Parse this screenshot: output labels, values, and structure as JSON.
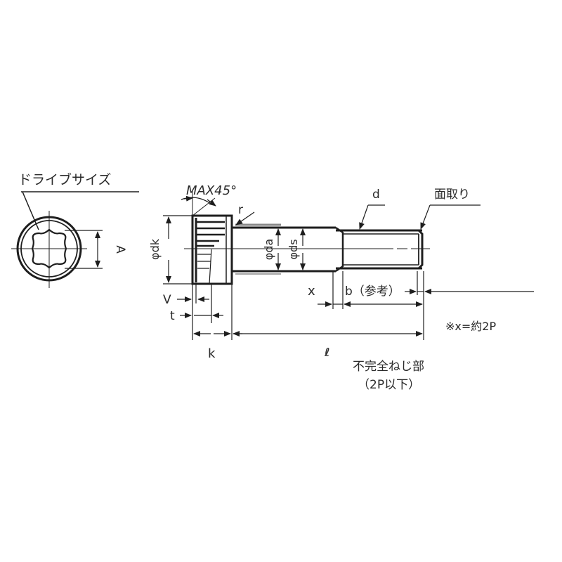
{
  "diagram": {
    "type": "technical-drawing",
    "subject": "socket head cap screw with hexalobular (torx) drive",
    "colors": {
      "line": "#1e1e1e",
      "text": "#2a2a2a",
      "background": "#ffffff",
      "hatch_gray": "#888888"
    }
  },
  "end_view": {
    "drive_size_label": "ドライブサイズ",
    "dim_A": "A"
  },
  "side_view": {
    "angle_label": "MAX45°",
    "radius_label": "r",
    "dia_head": "φdk",
    "dia_da": "φda",
    "dia_ds": "φds",
    "thread_label": "d",
    "chamfer_label": "面取り",
    "dim_V": "V",
    "dim_t": "t",
    "dim_k": "k",
    "dim_x": "x",
    "dim_b": "b（参考）",
    "dim_l": "ℓ",
    "note_x": "※x=約2P",
    "incomplete_thread": "不完全ねじ部",
    "incomplete_thread_note": "（2P以下）"
  }
}
